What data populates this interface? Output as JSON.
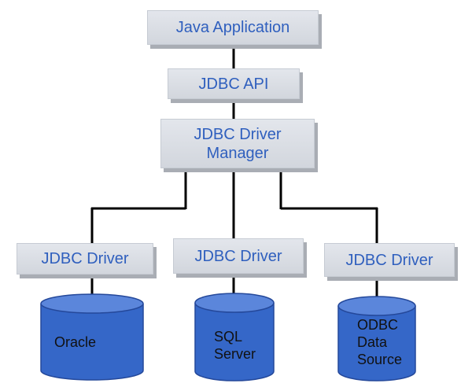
{
  "nodes": {
    "java_app": "Java Application",
    "jdbc_api": "JDBC API",
    "driver_manager": [
      "JDBC Driver",
      "Manager"
    ],
    "drivers": [
      "JDBC Driver",
      "JDBC Driver",
      "JDBC Driver"
    ]
  },
  "databases": [
    {
      "lines": [
        "Oracle"
      ]
    },
    {
      "lines": [
        "SQL",
        "Server"
      ]
    },
    {
      "lines": [
        "ODBC",
        "Data",
        "Source"
      ]
    }
  ],
  "colors": {
    "box_text": "#2f5fbe",
    "db_fill": "#3567c8",
    "connector": "#000000"
  }
}
